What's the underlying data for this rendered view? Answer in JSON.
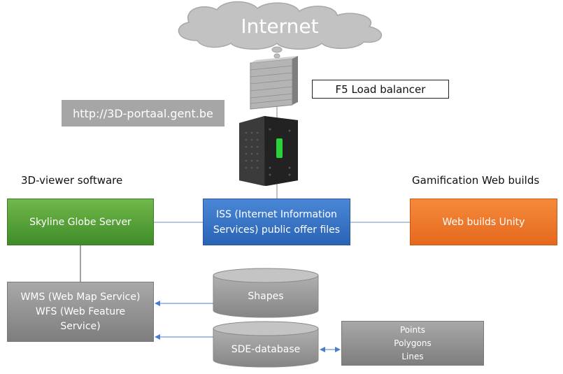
{
  "cloud": {
    "label": "Internet"
  },
  "url_box": {
    "label": "http://3D-portaal.gent.be"
  },
  "load_balancer": {
    "label": "F5 Load balancer"
  },
  "headings": {
    "left": "3D-viewer software",
    "right": "Gamification Web builds"
  },
  "skyline": {
    "label": "Skyline Globe Server"
  },
  "iss": {
    "line1": "ISS (Internet Information",
    "line2": "Services) public offer files"
  },
  "unity": {
    "label": "Web builds Unity"
  },
  "wms": {
    "line1": "WMS (Web Map Service)",
    "line2": "WFS (Web Feature",
    "line3": "Service)"
  },
  "shapes": {
    "label": "Shapes"
  },
  "sde": {
    "label": "SDE-database"
  },
  "features": {
    "line1": "Points",
    "line2": "Polygons",
    "line3": "Lines"
  },
  "colors": {
    "green": "#5aa33a",
    "blue": "#3a75c8",
    "orange": "#f07a2c",
    "gray": "#939393"
  }
}
